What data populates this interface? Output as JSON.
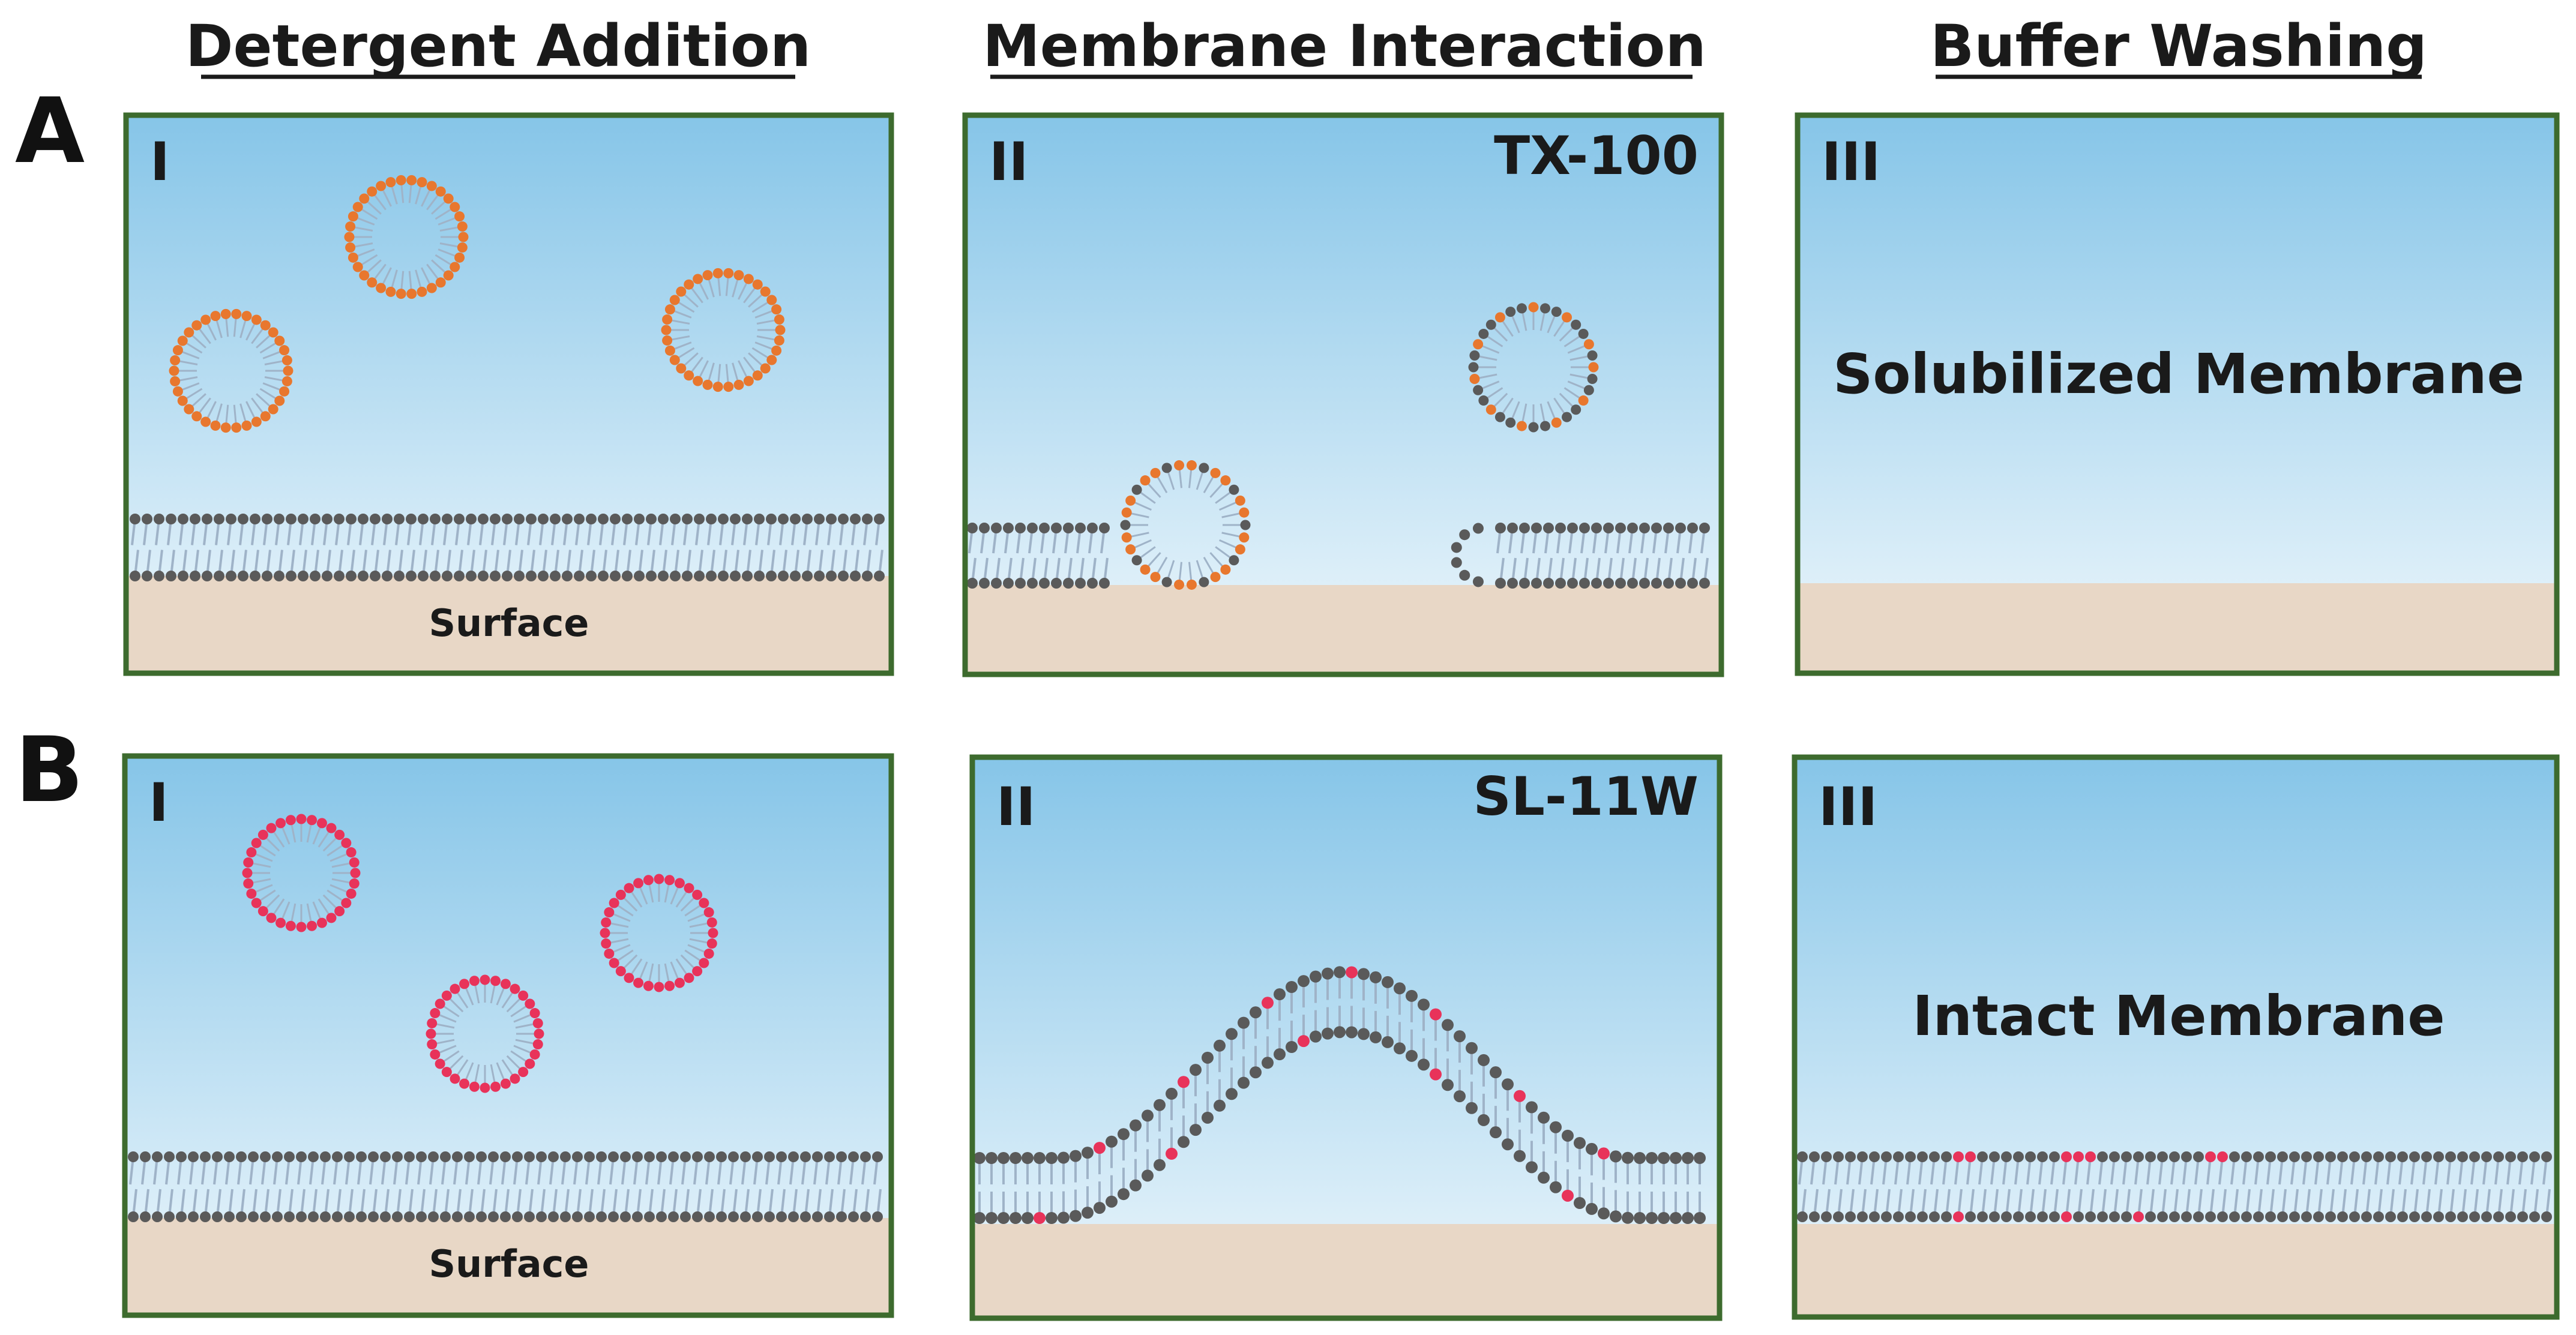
{
  "columns": {
    "detergent_addition": "Detergent Addition",
    "membrane_interaction": "Membrane Interaction",
    "buffer_washing": "Buffer Washing"
  },
  "rows": {
    "a": {
      "label": "A",
      "agent": "TX-100",
      "result": "Solubilized Membrane"
    },
    "b": {
      "label": "B",
      "agent": "SL-11W",
      "result": "Intact Membrane"
    }
  },
  "stages": {
    "i": "I",
    "ii": "II",
    "iii": "III"
  },
  "surface_label": "Surface",
  "colors": {
    "panel_border": "#3d6b2e",
    "water_top": "#86c5e8",
    "water_bottom": "#eef7fc",
    "surface": "#e8d7c6",
    "lipid_head": "#5a5a5a",
    "tx100_head": "#e8772e",
    "sl11w_head": "#e8335a",
    "tail": "#9fb3c8"
  }
}
